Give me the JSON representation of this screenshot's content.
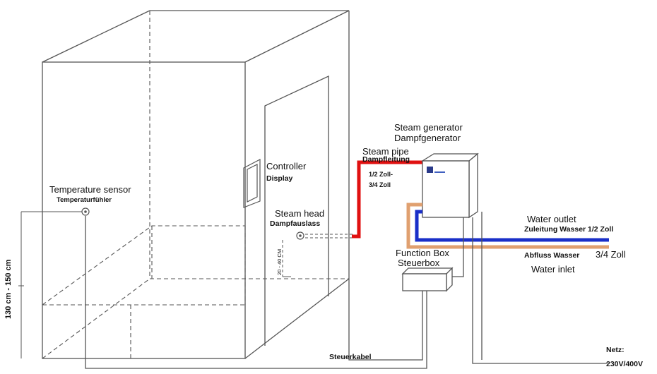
{
  "labels": {
    "steam_generator": "Steam generator",
    "dampfgenerator": "Dampfgenerator",
    "steam_pipe": "Steam pipe",
    "dampfleitung": "Dampfleitung",
    "pipe_size_half": "1/2 Zoll-",
    "pipe_size_three_quarter": "3/4 Zoll",
    "controller": "Controller",
    "display": "Display",
    "temperature_sensor": "Temperature sensor",
    "temperaturfuehler": "Temperaturfühler",
    "steam_head": "Steam head",
    "dampfauslass": "Dampfauslass",
    "steam_head_height": "20 - 40 CM",
    "sensor_height": "130 cm - 150 cm",
    "water_outlet": "Water outlet",
    "zuleitung": "Zuleitung Wasser 1/2 Zoll",
    "abfluss": "Abfluss Wasser",
    "abfluss_size": "3/4 Zoll",
    "water_inlet": "Water inlet",
    "function_box": "Function Box",
    "steuerbox": "Steuerbox",
    "steuerkabel": "Steuerkabel",
    "netz": "Netz:",
    "voltage": "230V/400V"
  },
  "colors": {
    "line": "#555555",
    "steam_pipe": "#e01010",
    "water_pipe": "#1a2fc8",
    "drain_pipe": "#e0a070",
    "generator_accent": "#4060c0"
  }
}
